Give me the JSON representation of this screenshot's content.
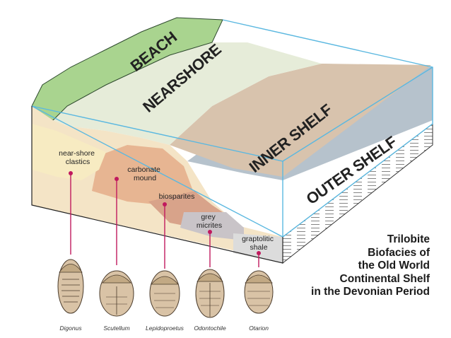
{
  "zones": {
    "beach": "BEACH",
    "nearshore": "NEARSHORE",
    "inner_shelf": "INNER SHELF",
    "outer_shelf": "OUTER SHELF"
  },
  "facies": {
    "near_shore_clastics": [
      "near-shore",
      "clastics"
    ],
    "carbonate_mound": [
      "carbonate",
      "mound"
    ],
    "biosparites": [
      "biosparites"
    ],
    "grey_micrites": [
      "grey",
      "micrites"
    ],
    "graptolitic_shale": [
      "graptolitic",
      "shale"
    ]
  },
  "trilobites": [
    "Digonus",
    "Scutellum",
    "Lepidoproetus",
    "Odontochile",
    "Otarion"
  ],
  "caption": [
    "Trilobite",
    "Biofacies of",
    "the Old World",
    "Continental Shelf",
    "in the Devonian Period"
  ],
  "colors": {
    "beach": "#a9d48f",
    "nearshore": "#e6ecd9",
    "inner_shelf": "#d8c3ad",
    "outer_shelf": "#b6c2cc",
    "water_edge": "#5bb8e0",
    "pin": "#c0195e"
  }
}
